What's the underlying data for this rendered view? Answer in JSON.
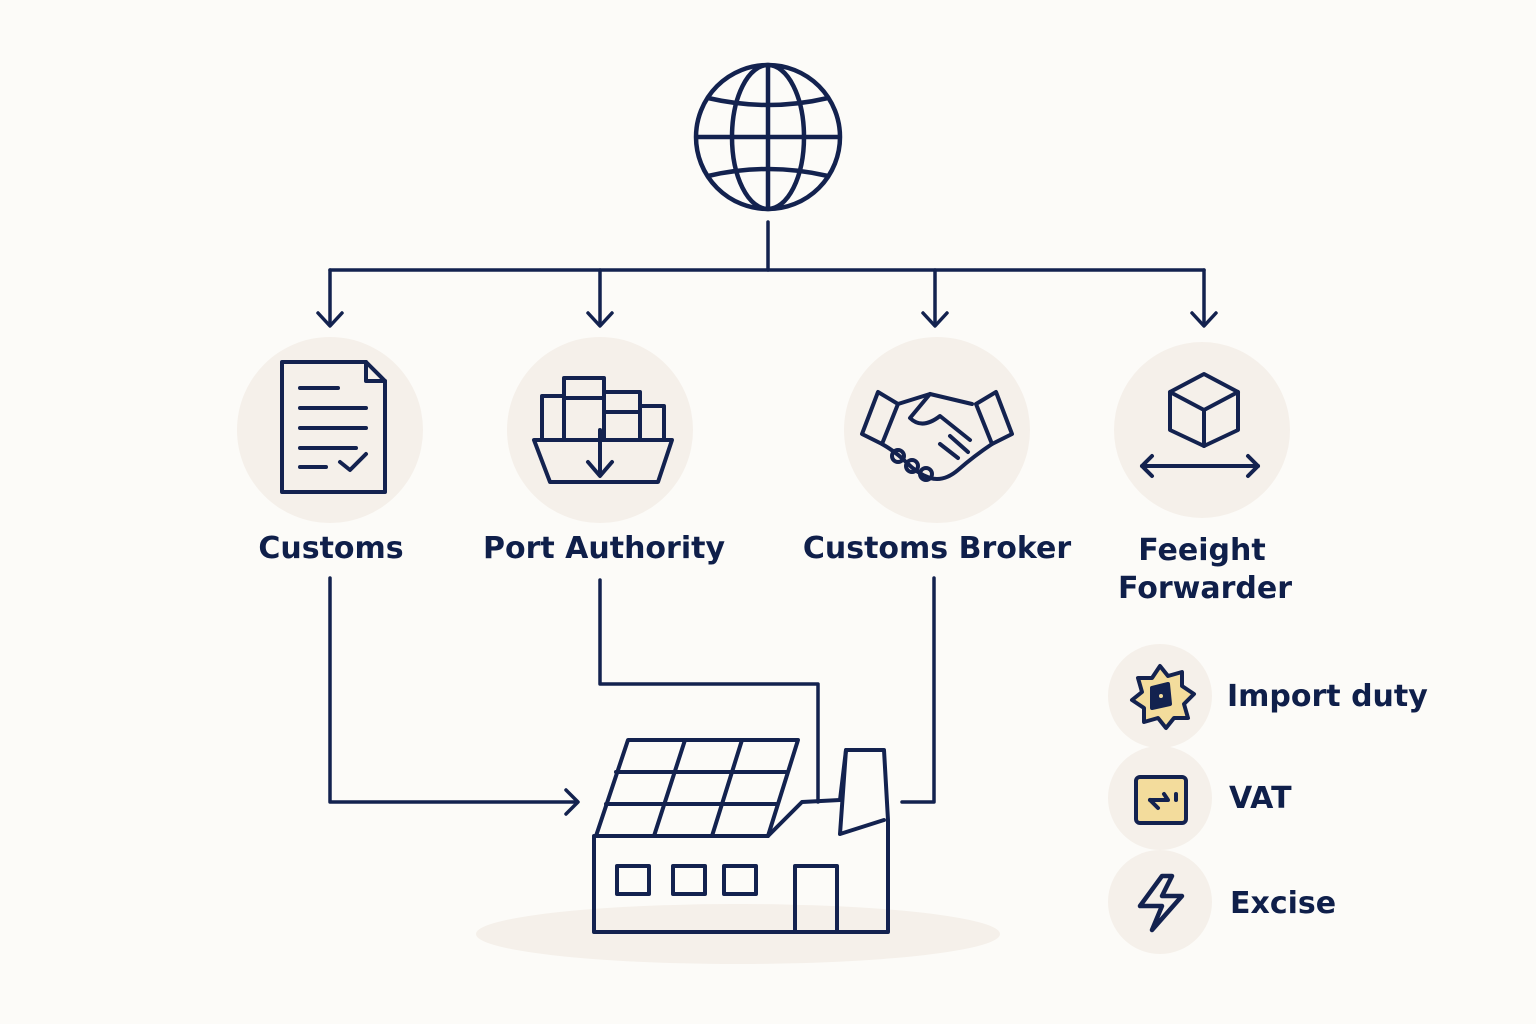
{
  "nodes": {
    "customs": "Customs",
    "port_authority": "Port Authority",
    "customs_broker": "Customs Broker",
    "freight_forwarder_line1": "Feeight",
    "freight_forwarder_line2": "Forwarder"
  },
  "legend": {
    "import_duty": "Import duty",
    "vat": "VAT",
    "excise": "Excise"
  },
  "colors": {
    "stroke": "#13224f",
    "icon_bg": "#f5f0ea",
    "accent_yellow": "#f3dc9c",
    "page_bg": "#fcfbf8"
  }
}
